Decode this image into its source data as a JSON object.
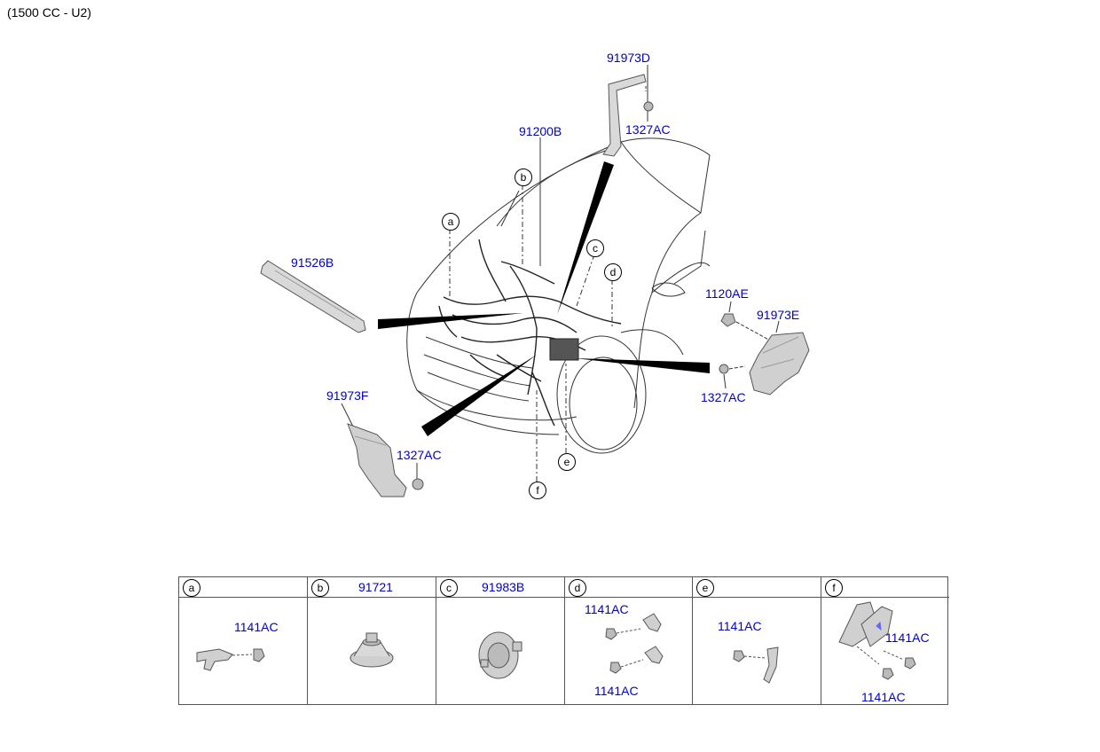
{
  "caption": "(1500 CC - U2)",
  "callouts": {
    "p91973D": "91973D",
    "p1327AC_top": "1327AC",
    "p91200B": "91200B",
    "p91526B": "91526B",
    "p1120AE": "1120AE",
    "p91973E": "91973E",
    "p1327AC_right": "1327AC",
    "p91973F": "91973F",
    "p1327AC_left": "1327AC"
  },
  "view_markers": {
    "a": "a",
    "b": "b",
    "c": "c",
    "d": "d",
    "e": "e",
    "f": "f"
  },
  "detail_table": {
    "cell_a": {
      "marker": "a",
      "header_part": "",
      "labels": [
        "1141AC"
      ]
    },
    "cell_b": {
      "marker": "b",
      "header_part": "91721",
      "labels": []
    },
    "cell_c": {
      "marker": "c",
      "header_part": "91983B",
      "labels": []
    },
    "cell_d": {
      "marker": "d",
      "header_part": "",
      "labels": [
        "1141AC",
        "1141AC"
      ]
    },
    "cell_e": {
      "marker": "e",
      "header_part": "",
      "labels": [
        "1141AC"
      ]
    },
    "cell_f": {
      "marker": "f",
      "header_part": "",
      "labels": [
        "1141AC",
        "1141AC"
      ]
    }
  },
  "colors": {
    "part_label": "#0000cc",
    "line": "#000000",
    "part_fill": "#d9d9d9"
  }
}
